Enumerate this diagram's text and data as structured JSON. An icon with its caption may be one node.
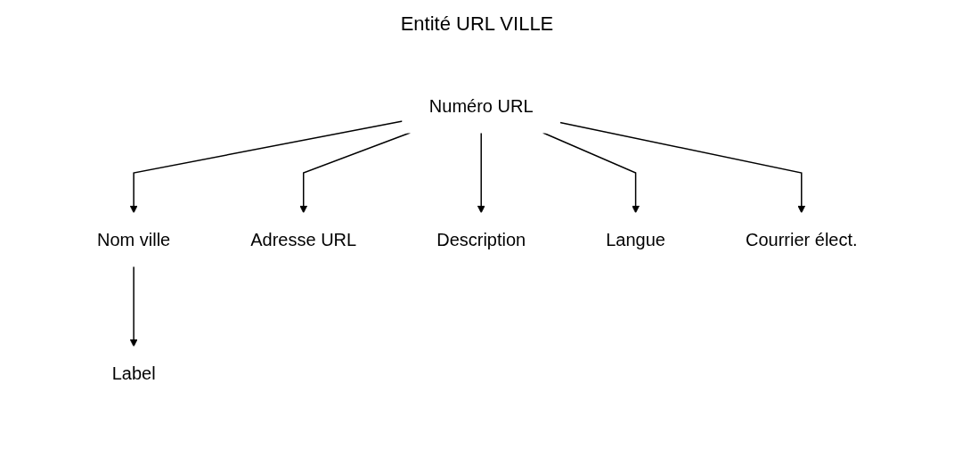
{
  "diagram": {
    "title": "Entité URL VILLE",
    "nodes": [
      {
        "text": [
          "Numéro URL"
        ]
      },
      {
        "text": [
          "Nom ville"
        ]
      },
      {
        "text": [
          "Adresse URL"
        ]
      },
      {
        "text": [
          "Description"
        ]
      },
      {
        "text": [
          "Langue"
        ]
      },
      {
        "text": [
          "Courrier élect."
        ]
      },
      {
        "text": [
          "Label"
        ]
      }
    ],
    "edges": [
      {
        "from": 0,
        "to": 1,
        "arrow": "to"
      },
      {
        "from": 0,
        "to": 2,
        "arrow": "to"
      },
      {
        "from": 0,
        "to": 3,
        "arrow": "to"
      },
      {
        "from": 0,
        "to": 4,
        "arrow": "to"
      },
      {
        "from": 0,
        "to": 5,
        "arrow": "to"
      },
      {
        "from": 1,
        "to": 6,
        "arrow": "to"
      }
    ]
  }
}
